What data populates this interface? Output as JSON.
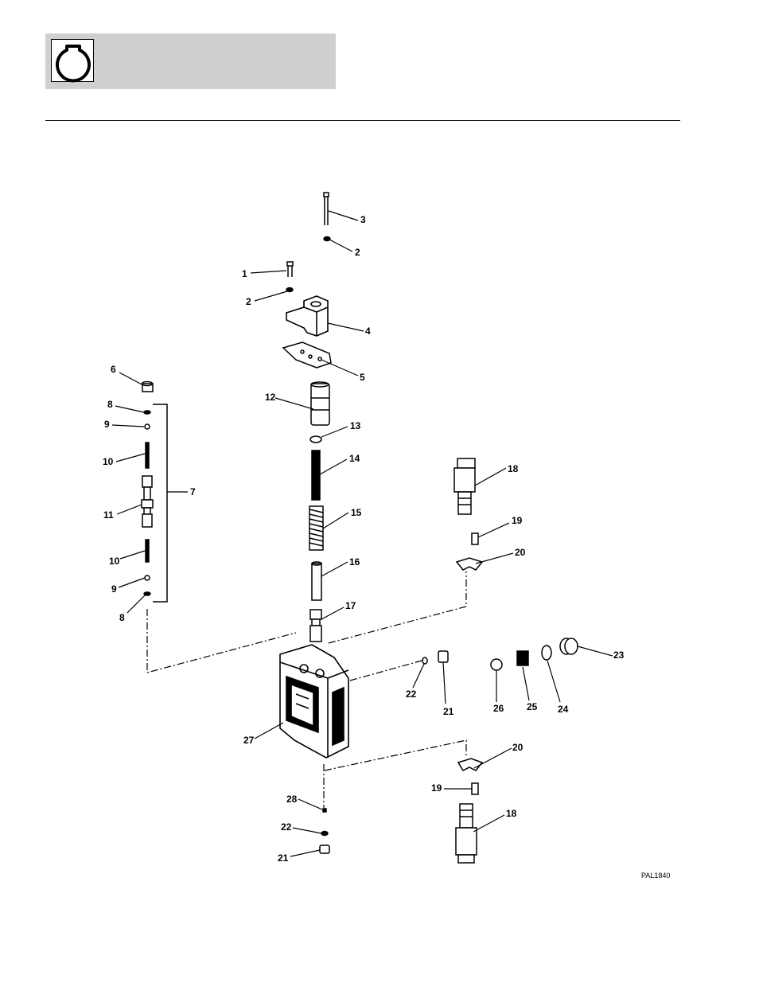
{
  "header": {
    "icon": "engine-section-icon"
  },
  "figure": {
    "id": "PAL1840",
    "callouts": {
      "c1": "1",
      "c2a": "2",
      "c2b": "2",
      "c3": "3",
      "c4": "4",
      "c5": "5",
      "c6": "6",
      "c7": "7",
      "c8a": "8",
      "c8b": "8",
      "c9a": "9",
      "c9b": "9",
      "c10a": "10",
      "c10b": "10",
      "c11": "11",
      "c12": "12",
      "c13": "13",
      "c14": "14",
      "c15": "15",
      "c16": "16",
      "c17": "17",
      "c18a": "18",
      "c18b": "18",
      "c19a": "19",
      "c19b": "19",
      "c20a": "20",
      "c20b": "20",
      "c21a": "21",
      "c21b": "21",
      "c22a": "22",
      "c22b": "22",
      "c23": "23",
      "c24": "24",
      "c25": "25",
      "c26": "26",
      "c27": "27",
      "c28": "28"
    }
  }
}
